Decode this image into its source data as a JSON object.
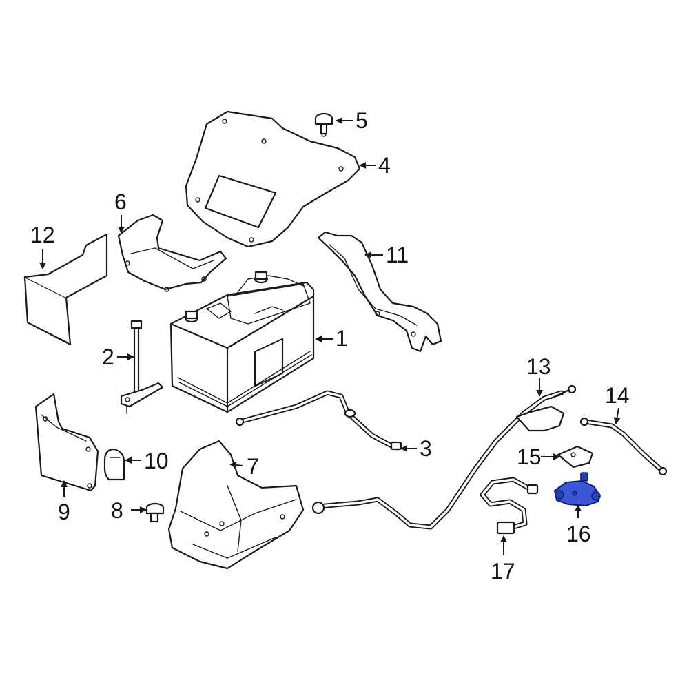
{
  "callouts": {
    "c1": "1",
    "c2": "2",
    "c3": "3",
    "c4": "4",
    "c5": "5",
    "c6": "6",
    "c7": "7",
    "c8": "8",
    "c9": "9",
    "c10": "10",
    "c11": "11",
    "c12": "12",
    "c13": "13",
    "c14": "14",
    "c15": "15",
    "c16": "16",
    "c17": "17"
  },
  "colors": {
    "line": "#1a1a1a",
    "highlight": "#3b57d6",
    "background": "#ffffff"
  },
  "highlighted_part": "16"
}
